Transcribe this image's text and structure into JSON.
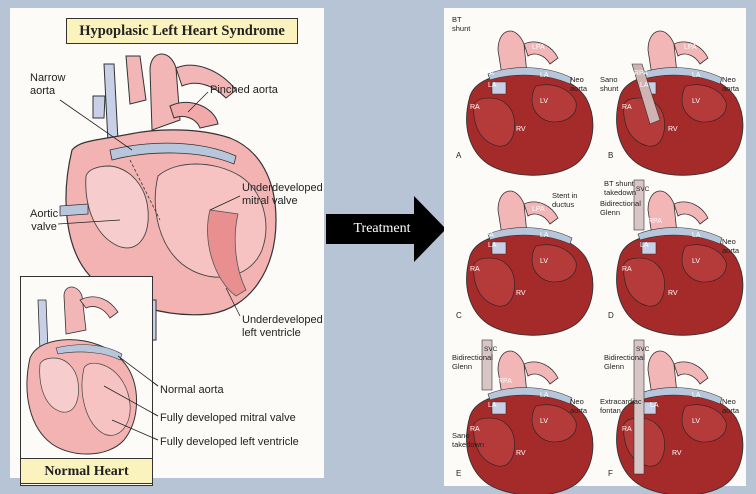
{
  "main": {
    "title": "Hypoplasic Left Heart Syndrome",
    "labels": {
      "narrow_aorta_1": "Narrow",
      "narrow_aorta_2": "aorta",
      "pinched_aorta": "Pinched aorta",
      "underdeveloped_mitral_1": "Underdeveloped",
      "underdeveloped_mitral_2": "mitral valve",
      "aortic_valve_1": "Aortic",
      "aortic_valve_2": "valve",
      "underdeveloped_lv_1": "Underdeveloped",
      "underdeveloped_lv_2": "left ventricle",
      "normal_aorta": "Normal aorta",
      "fully_mitral": "Fully developed mitral valve",
      "fully_lv": "Fully developed left ventricle"
    },
    "normal_heart_title": "Normal Heart"
  },
  "arrow": {
    "label": "Treatment"
  },
  "panels": {
    "A": {
      "letter": "A",
      "bt_shunt_1": "BT",
      "bt_shunt_2": "shunt",
      "rpa": "RPA",
      "lpa": "LPA",
      "la_small": "LA",
      "la": "LA",
      "ra": "RA",
      "lv": "LV",
      "rv": "RV",
      "neo_1": "Neo",
      "neo_2": "aorta"
    },
    "B": {
      "letter": "B",
      "sano_1": "Sano",
      "sano_2": "shunt",
      "rpa": "RPA",
      "lpa": "LPA",
      "la_small": "LA",
      "la": "LA",
      "ra": "RA",
      "lv": "LV",
      "rv": "RV",
      "neo_1": "Neo",
      "neo_2": "aorta"
    },
    "C": {
      "letter": "C",
      "stent_1": "Stent in",
      "stent_2": "ductus",
      "rpa": "RPA",
      "lpa": "LPA",
      "la_small": "LA",
      "la": "LA",
      "ra": "RA",
      "lv": "LV",
      "rv": "RV"
    },
    "D": {
      "letter": "D",
      "bt_takedown_1": "BT shunt",
      "bt_takedown_2": "takedown",
      "glenn_1": "Bidirectional",
      "glenn_2": "Glenn",
      "svc": "SVC",
      "rpa": "RPA",
      "la_small": "LA",
      "la": "LA",
      "ra": "RA",
      "lv": "LV",
      "rv": "RV",
      "neo_1": "Neo",
      "neo_2": "aorta"
    },
    "E": {
      "letter": "E",
      "glenn_1": "Bidirectional",
      "glenn_2": "Glenn",
      "svc": "SVC",
      "rpa": "RPA",
      "la_small": "LA",
      "la": "LA",
      "ra": "RA",
      "lv": "LV",
      "rv": "RV",
      "neo_1": "Neo",
      "neo_2": "aorta",
      "sano_1": "Sano",
      "sano_2": "takedown"
    },
    "F": {
      "letter": "F",
      "glenn_1": "Bidirectional",
      "glenn_2": "Glenn",
      "svc": "SVC",
      "fontan_1": "Extracardiac",
      "fontan_2": "fontan",
      "la_small": "LA",
      "la": "LA",
      "ra": "RA",
      "lv": "LV",
      "rv": "RV",
      "neo_1": "Neo",
      "neo_2": "aorta"
    }
  },
  "colors": {
    "background": "#b7c4d6",
    "title_box": "#faf3bd",
    "heart_pink": "#f2a9a9",
    "heart_dark": "#a52a2a",
    "vessel_blue": "#b8c6dc"
  }
}
